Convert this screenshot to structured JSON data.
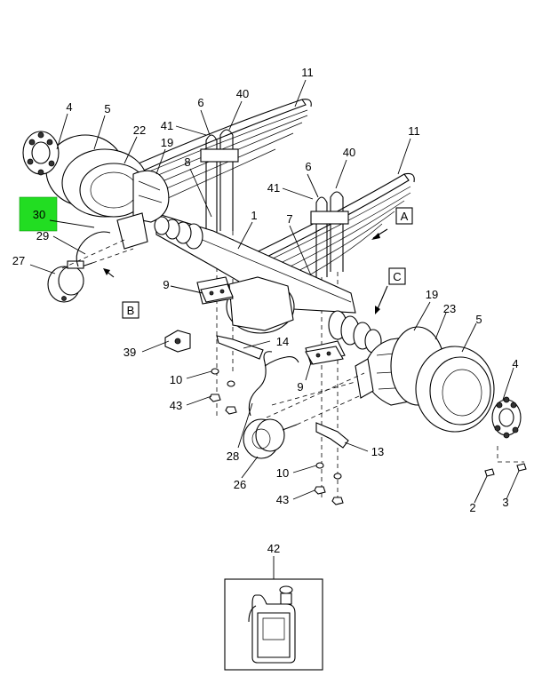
{
  "callouts": [
    {
      "id": "c-11a",
      "text": "11"
    },
    {
      "id": "c-40a",
      "text": "40"
    },
    {
      "id": "c-6a",
      "text": "6"
    },
    {
      "id": "c-41a",
      "text": "41"
    },
    {
      "id": "c-4a",
      "text": "4"
    },
    {
      "id": "c-5a",
      "text": "5"
    },
    {
      "id": "c-22",
      "text": "22"
    },
    {
      "id": "c-19a",
      "text": "19"
    },
    {
      "id": "c-8",
      "text": "8"
    },
    {
      "id": "c-11b",
      "text": "11"
    },
    {
      "id": "c-40b",
      "text": "40"
    },
    {
      "id": "c-6b",
      "text": "6"
    },
    {
      "id": "c-41b",
      "text": "41"
    },
    {
      "id": "c-1",
      "text": "1"
    },
    {
      "id": "c-7",
      "text": "7"
    },
    {
      "id": "c-30",
      "text": "30"
    },
    {
      "id": "c-29",
      "text": "29"
    },
    {
      "id": "c-27",
      "text": "27"
    },
    {
      "id": "c-9a",
      "text": "9"
    },
    {
      "id": "c-39",
      "text": "39"
    },
    {
      "id": "c-14",
      "text": "14"
    },
    {
      "id": "c-10a",
      "text": "10"
    },
    {
      "id": "c-43a",
      "text": "43"
    },
    {
      "id": "c-9b",
      "text": "9"
    },
    {
      "id": "c-19b",
      "text": "19"
    },
    {
      "id": "c-23",
      "text": "23"
    },
    {
      "id": "c-5b",
      "text": "5"
    },
    {
      "id": "c-4b",
      "text": "4"
    },
    {
      "id": "c-28",
      "text": "28"
    },
    {
      "id": "c-26",
      "text": "26"
    },
    {
      "id": "c-13",
      "text": "13"
    },
    {
      "id": "c-10b",
      "text": "10"
    },
    {
      "id": "c-43b",
      "text": "43"
    },
    {
      "id": "c-2",
      "text": "2"
    },
    {
      "id": "c-3",
      "text": "3"
    },
    {
      "id": "c-42",
      "text": "42"
    }
  ],
  "view_tags": {
    "a": "A",
    "b": "B",
    "c": "C"
  },
  "highlight": {
    "part": "30",
    "color": "#22dd22"
  }
}
